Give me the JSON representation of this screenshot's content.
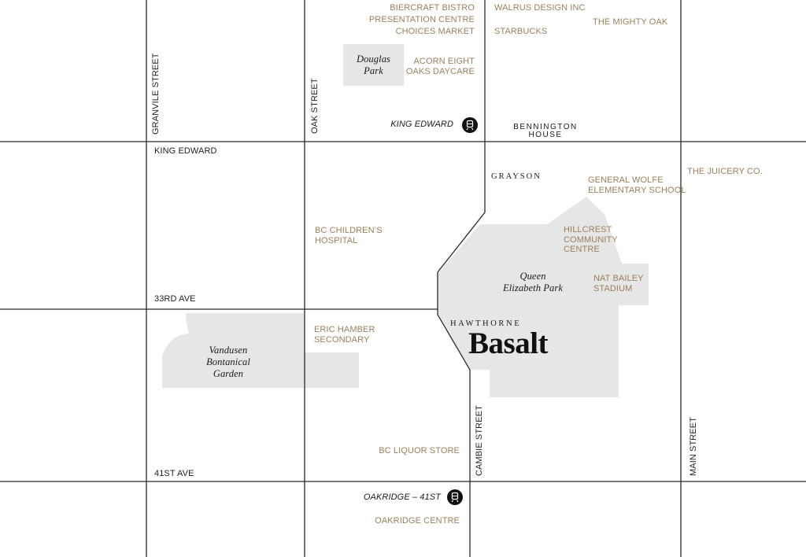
{
  "streets": {
    "granville": "GRANVILE STREET",
    "oak": "OAK STREET",
    "cambie": "CAMBIE STREET",
    "main": "MAIN STREET",
    "king_edward": "KING EDWARD",
    "ave_33": "33RD AVE",
    "ave_41": "41ST AVE"
  },
  "stations": {
    "king_edward": "KING EDWARD",
    "oakridge": "OAKRIDGE – 41ST"
  },
  "parks": {
    "douglas": [
      "Douglas",
      "Park"
    ],
    "queen_elizabeth": [
      "Queen",
      "Elizabeth Park"
    ],
    "vandusen": [
      "Vandusen",
      "Bontanical",
      "Garden"
    ]
  },
  "pois": {
    "biercraft": "BIERCRAFT BISTRO",
    "presentation": "PRESENTATION CENTRE",
    "choices": "CHOICES MARKET",
    "walrus": "WALRUS DESIGN INC",
    "starbucks": "STARBUCKS",
    "mighty_oak": "THE MIGHTY OAK",
    "acorn": [
      "ACORN EIGHT",
      "OAKS DAYCARE"
    ],
    "general_wolfe": [
      "GENERAL WOLFE",
      "ELEMENTARY SCHOOL"
    ],
    "juicery": "THE JUICERY CO.",
    "bc_childrens": [
      "BC CHILDREN’S",
      "HOSPITAL"
    ],
    "hillcrest": [
      "HILLCREST",
      "COMMUNITY",
      "CENTRE"
    ],
    "nat_bailey": [
      "NAT BAILEY",
      "STADIUM"
    ],
    "eric_hamber": [
      "ERIC HAMBER",
      "SECONDARY"
    ],
    "bc_liquor": "BC LIQUOR STORE",
    "oakridge_centre": "OAKRIDGE CENTRE"
  },
  "buildings": {
    "bennington": [
      "BENNINGTON",
      "HOUSE"
    ],
    "grayson": "GRAYSON"
  },
  "brand": {
    "subtitle": "HAWTHORNE",
    "name": "Basalt"
  },
  "colors": {
    "park_fill": "#e6e6e6",
    "road": "#2a2a2a",
    "poi_text": "#9b7f5d"
  },
  "icons": {
    "station": "train-station-icon"
  }
}
